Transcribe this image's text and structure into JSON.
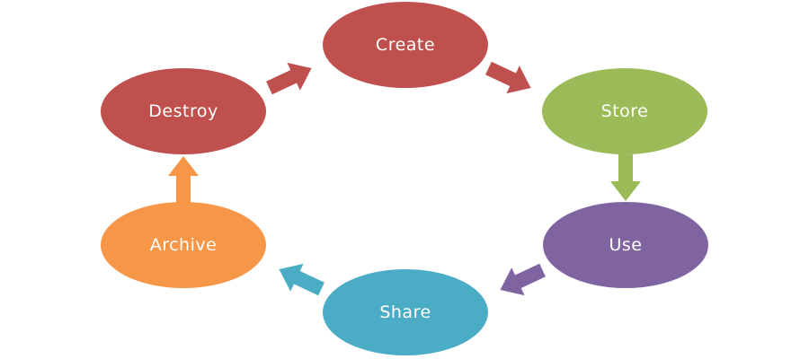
{
  "diagram": {
    "nodes": [
      {
        "id": "create",
        "label": "Create",
        "color": "#C0504D"
      },
      {
        "id": "store",
        "label": "Store",
        "color": "#9BBB59"
      },
      {
        "id": "use",
        "label": "Use",
        "color": "#8064A2"
      },
      {
        "id": "share",
        "label": "Share",
        "color": "#4BACC6"
      },
      {
        "id": "archive",
        "label": "Archive",
        "color": "#F79646"
      },
      {
        "id": "destroy",
        "label": "Destroy",
        "color": "#C0504D"
      }
    ],
    "edges": [
      {
        "from": "create",
        "to": "store",
        "color": "#C0504D"
      },
      {
        "from": "store",
        "to": "use",
        "color": "#9BBB59"
      },
      {
        "from": "use",
        "to": "share",
        "color": "#8064A2"
      },
      {
        "from": "share",
        "to": "archive",
        "color": "#4BACC6"
      },
      {
        "from": "archive",
        "to": "destroy",
        "color": "#F79646"
      },
      {
        "from": "destroy",
        "to": "create",
        "color": "#C0504D"
      }
    ]
  }
}
